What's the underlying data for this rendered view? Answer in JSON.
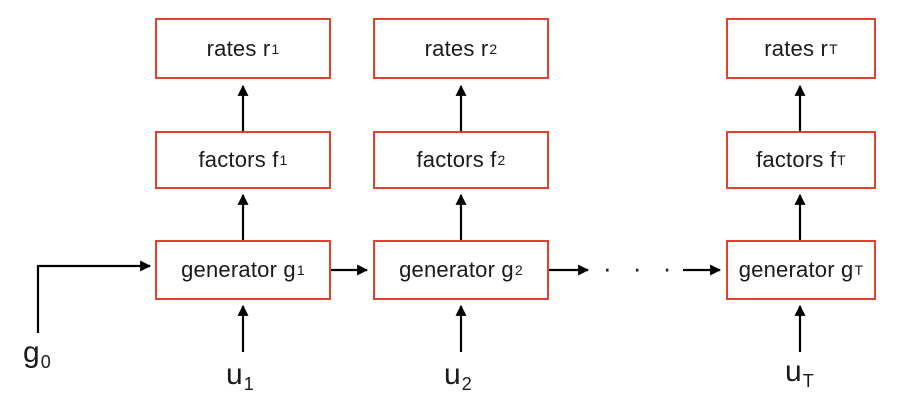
{
  "columns": [
    {
      "rates_label": "rates r",
      "rates_sub": "1",
      "factors_label": "factors f",
      "factors_sub": "1",
      "generator_label": "generator g",
      "generator_sub": "1",
      "input_label": "u",
      "input_sub": "1"
    },
    {
      "rates_label": "rates r",
      "rates_sub": "2",
      "factors_label": "factors f",
      "factors_sub": "2",
      "generator_label": "generator g",
      "generator_sub": "2",
      "input_label": "u",
      "input_sub": "2"
    },
    {
      "rates_label": "rates r",
      "rates_sub": "T",
      "factors_label": "factors f",
      "factors_sub": "T",
      "generator_label": "generator g",
      "generator_sub": "T",
      "input_label": "u",
      "input_sub": "T"
    }
  ],
  "initial_state": {
    "label": "g",
    "sub": "0"
  },
  "ellipsis": "· · ·",
  "colors": {
    "box_border": "#e2422b",
    "arrow": "#000000",
    "text": "#1a1a1a"
  }
}
